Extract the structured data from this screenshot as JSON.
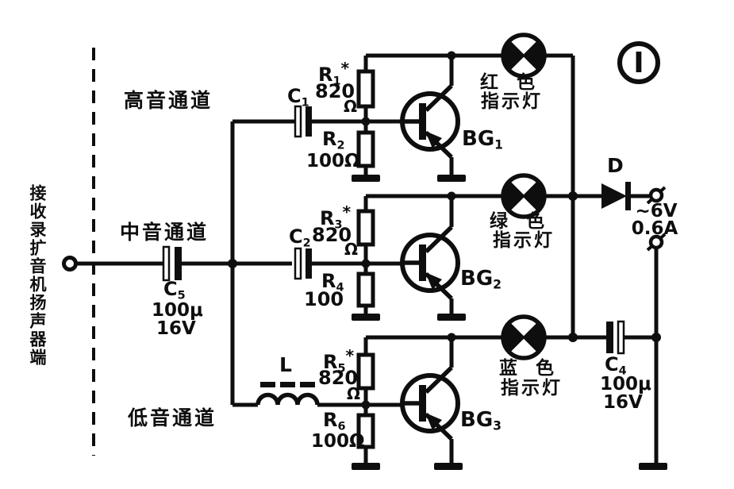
{
  "figure": {
    "number": "I"
  },
  "source": {
    "label": "接收录扩音机扬声器端"
  },
  "channels": {
    "treble": {
      "label": "高音通道"
    },
    "mid": {
      "label": "中音通道"
    },
    "bass": {
      "label": "低音通道"
    }
  },
  "lamps": {
    "red": {
      "color_line": "红　色",
      "lamp_line": "指示灯"
    },
    "green": {
      "color_line": "绿　色",
      "lamp_line": "指示灯"
    },
    "blue": {
      "color_line": "蓝　色",
      "lamp_line": "指示灯"
    }
  },
  "components": {
    "c1": {
      "name": "C",
      "sub": "1"
    },
    "c2": {
      "name": "C",
      "sub": "2"
    },
    "c5": {
      "name": "C",
      "sub": "5",
      "value": "100μ",
      "rating": "16V"
    },
    "c4": {
      "name": "C",
      "sub": "4",
      "value": "100μ",
      "rating": "16V"
    },
    "r1": {
      "name": "R",
      "sub": "1",
      "star": "*",
      "value": "820",
      "unit": "Ω"
    },
    "r2": {
      "name": "R",
      "sub": "2",
      "value": "100Ω"
    },
    "r3": {
      "name": "R",
      "sub": "3",
      "star": "*",
      "value": "820",
      "unit": "Ω"
    },
    "r4": {
      "name": "R",
      "sub": "4",
      "value": "100"
    },
    "r5": {
      "name": "R",
      "sub": "5",
      "star": "*",
      "value": "820",
      "unit": "Ω"
    },
    "r6": {
      "name": "R",
      "sub": "6",
      "value": "100Ω"
    },
    "inductor": {
      "name": "L"
    },
    "diode": {
      "name": "D"
    },
    "bg1": {
      "name": "BG",
      "sub": "1"
    },
    "bg2": {
      "name": "BG",
      "sub": "2"
    },
    "bg3": {
      "name": "BG",
      "sub": "3"
    }
  },
  "output": {
    "voltage": "~6V",
    "current": "0.6A"
  },
  "colors": {
    "ink": "#0e0e0e",
    "paper": "#ffffff"
  }
}
